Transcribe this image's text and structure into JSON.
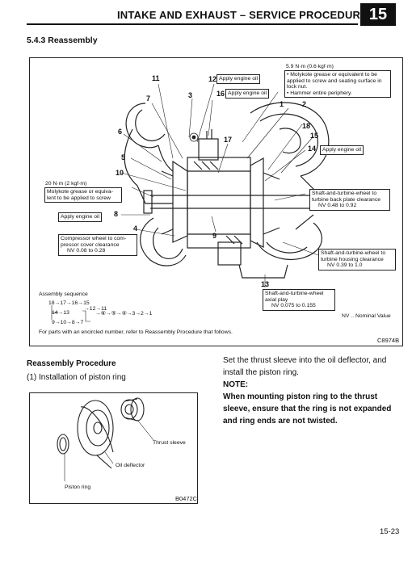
{
  "header": {
    "title": "INTAKE AND EXHAUST – SERVICE PROCEDURE",
    "chapter": "15"
  },
  "section": {
    "title": "5.4.3 Reassembly"
  },
  "figure1": {
    "code": "C8974B",
    "callouts": [
      "11",
      "12",
      "16",
      "3",
      "1",
      "2",
      "7",
      "6",
      "5",
      "10",
      "4",
      "8",
      "9",
      "17",
      "18",
      "15",
      "14",
      "13"
    ],
    "torque_top": "5.9 N·m (0.6 kgf·m)",
    "torque_top_note1": "• Molykote grease or equivalent to be applied to screw and seating surface in lock nut.",
    "torque_top_note2": "• Hammer entire periphery.",
    "apply_oil_12": "Apply engine oil",
    "apply_oil_16": "Apply engine oil",
    "apply_oil_14": "Apply engine oil",
    "torque_left": "20 N·m (2 kgf·m)",
    "torque_left_note": "Molykote grease or equiva-lent to be applied to screw",
    "apply_oil_8": "Apply engine oil",
    "compressor_clearance": "Compressor wheel to com-pressor cover clearance",
    "compressor_clearance_nv": "NV 0.08 to 0.28",
    "backplate_clearance": "Shaft-and-turbine-wheel to turbine back plate clearance",
    "backplate_clearance_nv": "NV 0.48 to 0.92",
    "housing_clearance": "Shaft-and-turbine-wheel to turbine housing clearance",
    "housing_clearance_nv": "NV 0.39 to 1.0",
    "axial_play": "Shaft-and-turbine-wheel axial play",
    "axial_play_nv": "NV 0.075 to 0.155",
    "seq_title": "Assembly sequence",
    "seq_line1": "18→17→16→15",
    "seq_line2a": "14→13",
    "seq_line2b": "→12→11",
    "seq_line2c": "→⑥→⑤→④→3→2→1",
    "seq_line3": "9→10→8→7",
    "nv_legend": "NV .. Nominal Value",
    "footer_note": "For parts with an encircled number, refer to Reassembly Procedure that follows."
  },
  "procedure": {
    "title": "Reassembly Procedure",
    "step": "(1)  Installation of piston ring",
    "text": "Set the thrust sleeve into the oil deflector, and install the piston ring.",
    "note_label": "NOTE:",
    "note_text": "When mounting piston ring to the thrust sleeve, ensure that the ring is not expanded and ring ends are not twisted."
  },
  "figure2": {
    "code": "B0472C",
    "label_sleeve": "Thrust sleeve",
    "label_deflector": "Oil deflector",
    "label_ring": "Piston ring"
  },
  "page_number": "15-23"
}
